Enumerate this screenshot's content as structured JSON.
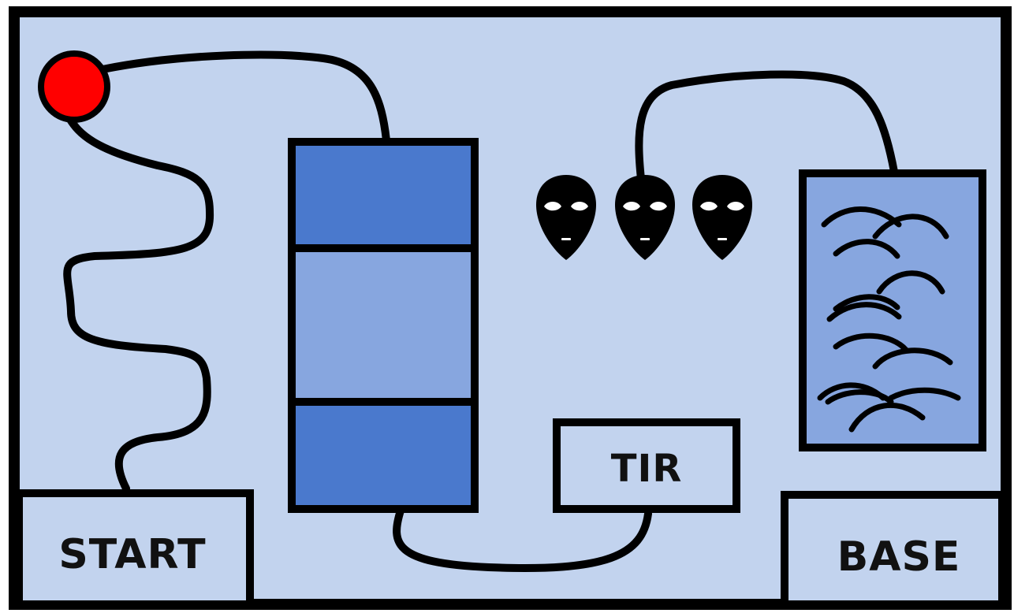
{
  "colors": {
    "background": "#c2d3ee",
    "outline": "#000000",
    "block_dark": "#4a79cd",
    "block_light": "#87a6df",
    "zone_fill": "#87a6df",
    "marker": "#ff0000"
  },
  "labels": {
    "start": "START",
    "tir": "TIR",
    "base": "BASE"
  },
  "icons": {
    "marker": "red-circle",
    "aliens": [
      "alien-head",
      "alien-head",
      "alien-head"
    ]
  },
  "connector_count": 4
}
